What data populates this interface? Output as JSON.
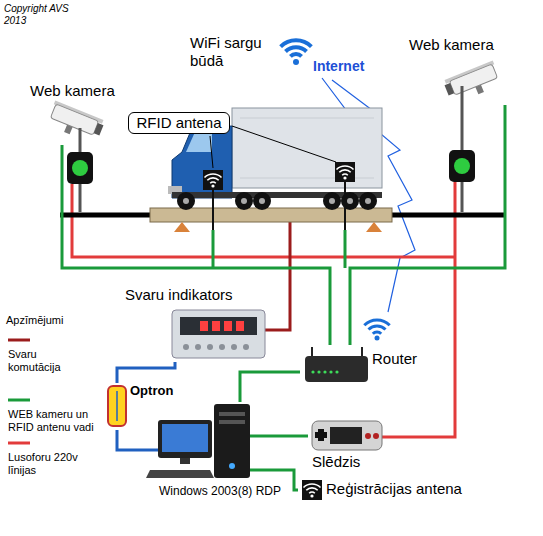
{
  "diagram": {
    "nodes": [
      {
        "text": [
          "RFID antena"
        ]
      },
      {
        "text": [
          "Web kamera"
        ]
      },
      {
        "text": [
          "Web kamera"
        ]
      },
      {
        "text": [
          "Svaru indikators"
        ]
      },
      {
        "text": [
          "Optron"
        ]
      },
      {
        "text": [
          "Windows 2003(8) RDP"
        ]
      },
      {
        "text": [
          "Router"
        ]
      },
      {
        "text": [
          "Slēdzis"
        ]
      },
      {
        "text": [
          "Reģistrācijas antena"
        ]
      }
    ],
    "edges": [
      {
        "from": 3,
        "to": 4,
        "arrow": "none"
      },
      {
        "from": 4,
        "to": 5,
        "arrow": "none"
      },
      {
        "from": 5,
        "to": 6,
        "arrow": "none"
      },
      {
        "from": 5,
        "to": 7,
        "arrow": "none"
      },
      {
        "from": 5,
        "to": 8,
        "arrow": "none"
      },
      {
        "from": 1,
        "to": 6,
        "arrow": "none"
      },
      {
        "from": 2,
        "to": 6,
        "arrow": "none"
      }
    ],
    "labels": [
      "Copyright AVS 2013",
      "WiFi sargu būdā",
      "Internet",
      "Apzīmējumi"
    ],
    "legend": [
      {
        "text": "Svaru komutācija"
      },
      {
        "text": "WEB kameru un RFID antenu vadi"
      },
      {
        "text": "Lusoforu 220v līnijas"
      }
    ]
  }
}
